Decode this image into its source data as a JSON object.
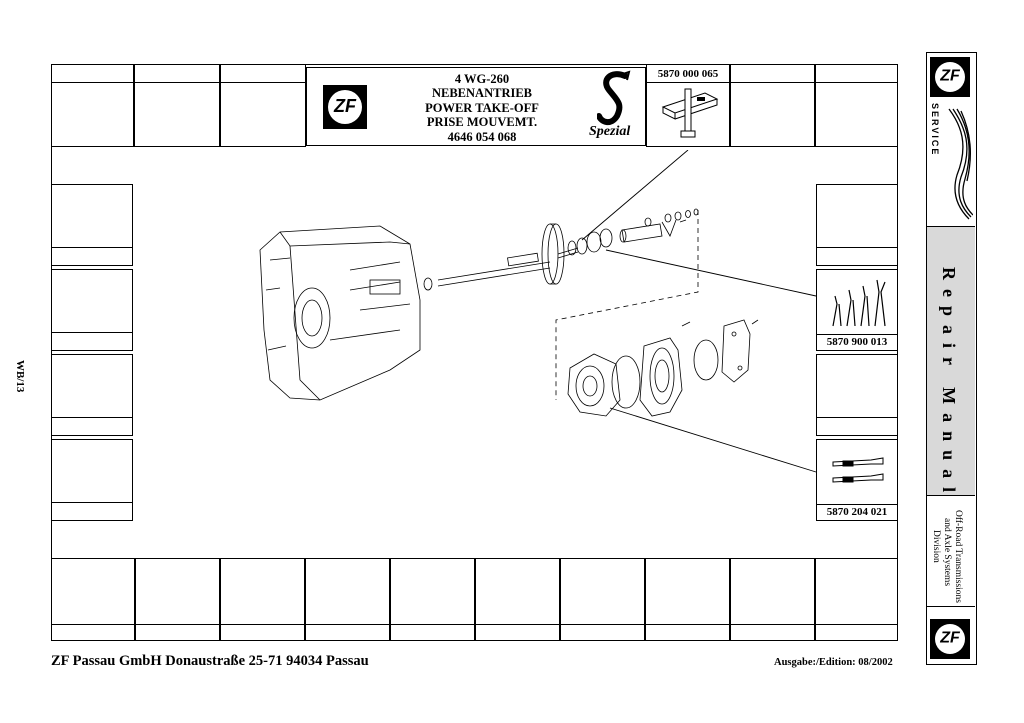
{
  "title_block": {
    "model": "4 WG-260",
    "line_de": "NEBENANTRIEB",
    "line_en": "POWER TAKE-OFF",
    "line_fr": "PRISE MOUVEMT.",
    "part_number": "4646 054 068",
    "brand_mark": "Spezial",
    "logo_text": "ZF"
  },
  "tools": [
    {
      "part_number": "5870 000 065",
      "icon": "puller-tool-icon"
    },
    {
      "part_number": "5870 900 013",
      "icon": "pliers-set-icon"
    },
    {
      "part_number": "5870 204 021",
      "icon": "guide-pins-icon"
    }
  ],
  "page_ref": "WB/13",
  "footer": {
    "company": "ZF  Passau GmbH Donaustraße 25-71  94034 Passau",
    "edition": "Ausgabe:/Edition: 08/2002"
  },
  "sidebar": {
    "logo_text": "ZF",
    "service_label": "SERVICE",
    "manual_title": "Repair Manual",
    "division_line1": "Off-Road Transmissions",
    "division_line2": "and Axle Systems",
    "division_line3": "Division"
  },
  "colors": {
    "line": "#000000",
    "sidebar_band": "#d9d9d9"
  }
}
